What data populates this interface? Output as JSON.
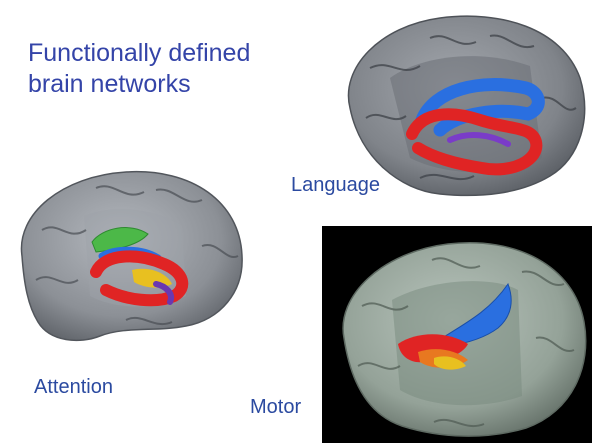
{
  "title": {
    "line1": "Functionally defined",
    "line2": "brain networks"
  },
  "panels": {
    "language": {
      "label": "Language",
      "background": "#ffffff"
    },
    "attention": {
      "label": "Attention",
      "background": "#ffffff"
    },
    "motor": {
      "label": "Motor",
      "background": "#000000"
    }
  },
  "colors": {
    "title_text": "#3444a8",
    "label_text": "#2b4aa0",
    "cortex_gray": "#8c9096",
    "motor_cortex": "#9aa89e",
    "tract_red": "#e02424",
    "tract_blue": "#2a6fe0",
    "tract_green": "#4cb848",
    "tract_yellow": "#e8c020",
    "tract_purple": "#7a3cc8",
    "tract_orange": "#e87820"
  }
}
